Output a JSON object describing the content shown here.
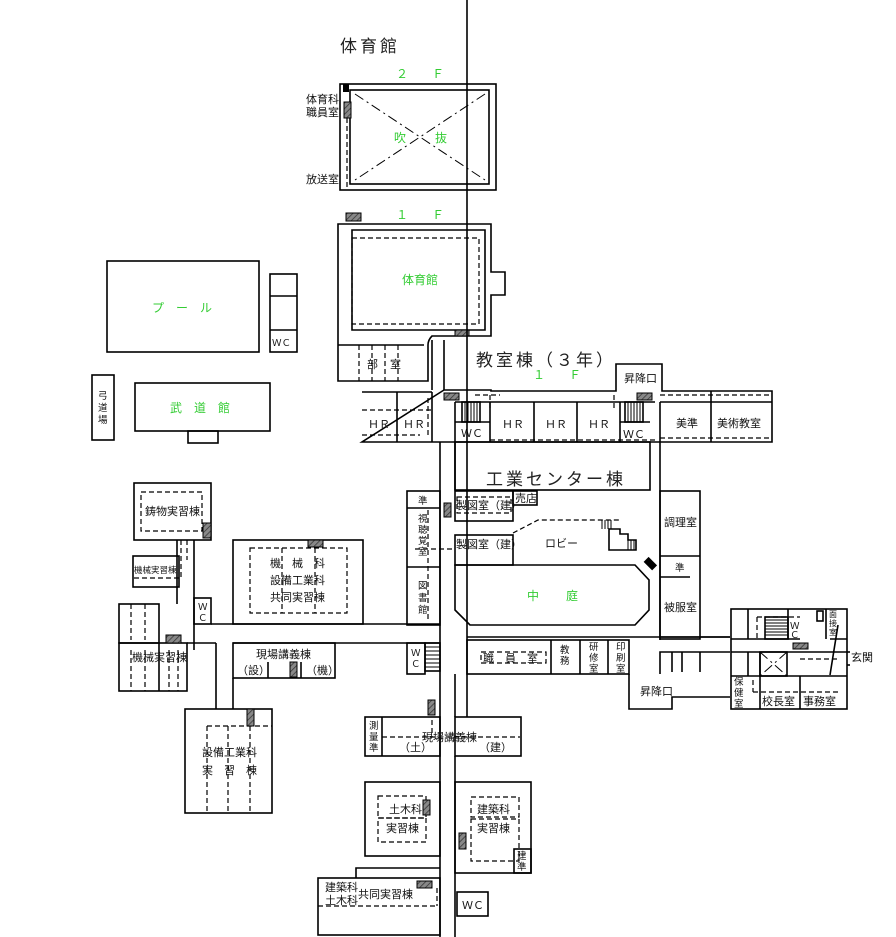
{
  "title": "校舎配置図",
  "colors": {
    "wall": "#000000",
    "highlight_label": "#33cc33",
    "background": "#ffffff"
  },
  "gym": {
    "heading": "体育館",
    "floor2_label": "２　　Ｆ",
    "void_label_1": "吹",
    "void_label_2": "抜",
    "pe_staff_room_1": "体育科",
    "pe_staff_room_2": "職員室",
    "broadcast_room": "放送室",
    "floor1_label": "１　　Ｆ",
    "gym_floor1": "体育館",
    "club_room_1": "部",
    "club_room_2": "室"
  },
  "pool": {
    "label": "プ　ー　ル",
    "wc": "ＷＣ"
  },
  "archery": {
    "label": [
      "弓",
      "道",
      "場"
    ]
  },
  "budokan": {
    "label": "武　道　館"
  },
  "classroom_building": {
    "heading": "教室棟（３年）",
    "floor_label": "１　　Ｆ",
    "hr": "ＨＲ",
    "wc": "ＷＣ",
    "stairs_entrance": "昇降口",
    "art_prep": "美準",
    "art_room": "美術教室"
  },
  "industry_center": {
    "heading": "工業センター棟",
    "prep": "準",
    "drafting_1": "製図室（建）",
    "shop": "売店",
    "drafting_2": "製図室（建）",
    "lobby": "ロビー",
    "av_room": [
      "視",
      "聴",
      "覚",
      "室"
    ],
    "library": [
      "図",
      "書",
      "館"
    ],
    "courtyard_1": "中",
    "courtyard_2": "庭",
    "cooking_room": "調理室",
    "prep_2": "準",
    "clothing_room": "被服室"
  },
  "admin": {
    "staff_room": "職　員　室",
    "academic_affairs": [
      "教",
      "務"
    ],
    "training_room": [
      "研",
      "修",
      "室"
    ],
    "print_room": [
      "印",
      "刷",
      "室"
    ],
    "stairs_entrance": "昇降口",
    "health_room": [
      "保",
      "健",
      "室"
    ],
    "principal_room": "校長室",
    "office": "事務室",
    "interview_room": [
      "面",
      "接",
      "室"
    ],
    "entrance": "玄関",
    "wc": [
      "Ｗ",
      "Ｃ"
    ]
  },
  "workshops": {
    "casting": "鋳物実習棟",
    "machine_small": "機械実習棟",
    "machine_joint_1": "機　械　科",
    "machine_joint_2": "設備工業科",
    "machine_joint_3": "共同実習棟",
    "wc_v": [
      "Ｗ",
      "Ｃ"
    ],
    "machine_practice": "機械実習棟",
    "lecture_1_title": "現場講義棟",
    "lecture_1_left": "（設）",
    "lecture_1_right": "（機）",
    "wc_v2": [
      "Ｗ",
      "Ｃ"
    ],
    "equipment_1": "設備工業科",
    "equipment_2": "実　習　棟",
    "survey_prep": [
      "測",
      "量",
      "準"
    ],
    "lecture_2_title": "現場講義棟",
    "lecture_2_left": "（土）",
    "lecture_2_right": "（建）",
    "civil_1": "土木科",
    "civil_2": "実習棟",
    "arch_1": "建築科",
    "arch_2": "実習棟",
    "arch_prep": [
      "建",
      "準"
    ],
    "joint_arch": "建築科",
    "joint_civil": "土木科",
    "joint_title": "共同実習棟",
    "wc_bottom": "ＷＣ"
  }
}
